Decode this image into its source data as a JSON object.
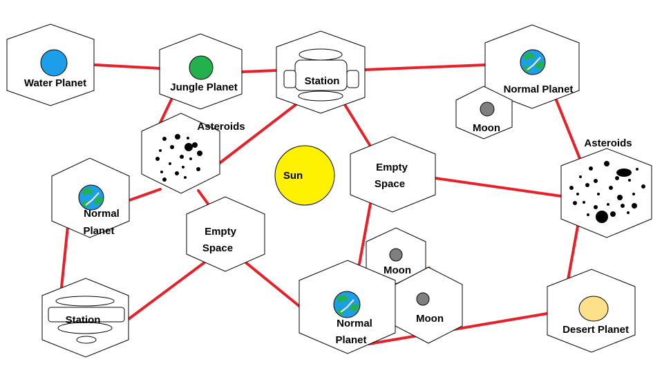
{
  "labels": {
    "water_planet": "Water Planet",
    "jungle_planet": "Jungle Planet",
    "station_top": "Station",
    "normal_planet_top_right": "Normal Planet",
    "moon_top_right": "Moon",
    "asteroids_left": "Asteroids",
    "sun": "Sun",
    "empty_space_right": [
      "Empty",
      "Space"
    ],
    "asteroids_right": "Asteroids",
    "normal_planet_left": [
      "Normal",
      "Planet"
    ],
    "empty_space_left": [
      "Empty",
      "Space"
    ],
    "moon_center_upper": "Moon",
    "moon_center_lower": "Moon",
    "station_bottom": "Station",
    "normal_planet_bottom": [
      "Normal",
      "Planet"
    ],
    "desert_planet": "Desert Planet"
  },
  "colors": {
    "link": "#e8202a",
    "water": "#1c9ee8",
    "jungle": "#22b14c",
    "sun": "#fff200",
    "desert": "#fde08a",
    "moon": "#7f7f7f",
    "earth_ocean": "#1c9ee8",
    "earth_land": "#22b14c"
  },
  "icons": {
    "planet": "filled-circle-icon",
    "earth": "earth-globe-icon",
    "moon": "moon-icon",
    "station": "space-station-icon",
    "asteroids": "asteroid-field-icon",
    "sun": "sun-icon"
  }
}
